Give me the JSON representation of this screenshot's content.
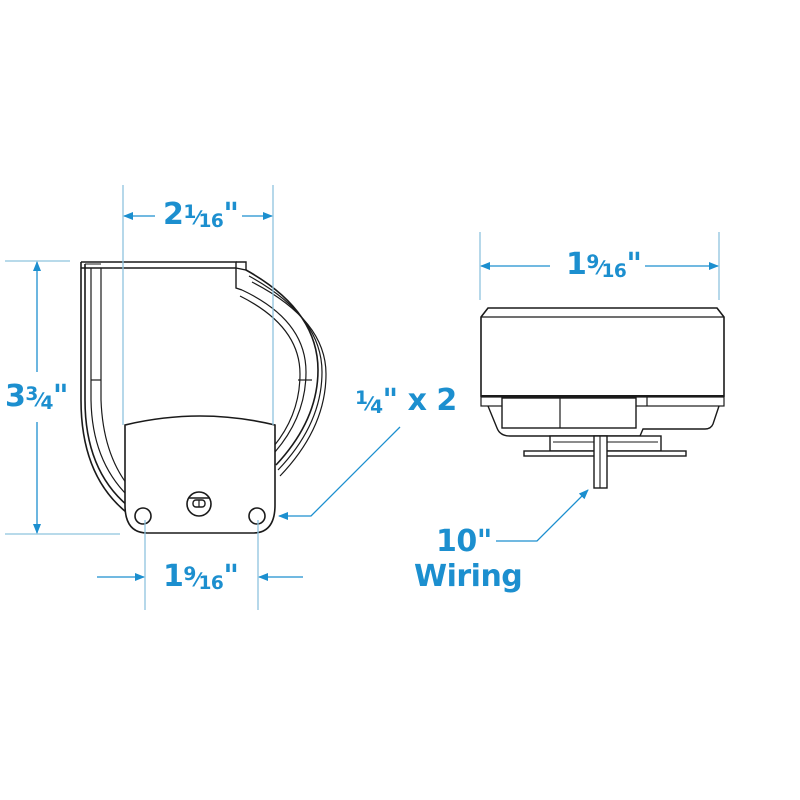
{
  "colors": {
    "dimension": "#1c8fcf",
    "extension_line": "#8ec3de",
    "outline": "#1a1a1a",
    "background": "#ffffff"
  },
  "front_view": {
    "width_label": {
      "whole": "2",
      "num": "1",
      "den": "16",
      "unit": "\""
    },
    "height_label": {
      "whole": "3",
      "num": "3",
      "den": "4",
      "unit": "\""
    },
    "hole_spacing_label": {
      "whole": "1",
      "num": "9",
      "den": "16",
      "unit": "\""
    },
    "hole_label": {
      "num": "1",
      "den": "4",
      "suffix": "\" x 2"
    }
  },
  "side_view": {
    "width_label": {
      "whole": "1",
      "num": "9",
      "den": "16",
      "unit": "\""
    },
    "wiring_label_line1": "10\"",
    "wiring_label_line2": "Wiring"
  }
}
